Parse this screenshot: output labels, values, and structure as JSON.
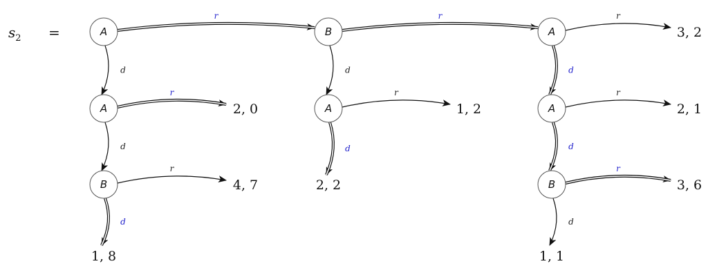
{
  "formula": {
    "lhs": "s",
    "subscript": "2",
    "equals": "="
  },
  "colors": {
    "highlight": "#2222cc",
    "stroke": "#111111"
  },
  "nodes": [
    {
      "id": "n1",
      "label": "A"
    },
    {
      "id": "n2",
      "label": "A"
    },
    {
      "id": "n3",
      "label": "B"
    },
    {
      "id": "n4",
      "label": "B"
    },
    {
      "id": "n5",
      "label": "A"
    },
    {
      "id": "n6",
      "label": "A"
    },
    {
      "id": "n7",
      "label": "A"
    },
    {
      "id": "n8",
      "label": "B"
    }
  ],
  "terminals": [
    {
      "id": "t1",
      "label": "3, 2"
    },
    {
      "id": "t2",
      "label": "2, 0"
    },
    {
      "id": "t3",
      "label": "1, 2"
    },
    {
      "id": "t4",
      "label": "2, 1"
    },
    {
      "id": "t5",
      "label": "4, 7"
    },
    {
      "id": "t6",
      "label": "2, 2"
    },
    {
      "id": "t7",
      "label": "3, 6"
    },
    {
      "id": "t8",
      "label": "1, 8"
    },
    {
      "id": "t9",
      "label": "1, 1"
    }
  ],
  "edges": [
    {
      "from": "n1",
      "to": "n4",
      "label": "r",
      "highlighted": true
    },
    {
      "from": "n4",
      "to": "n6",
      "label": "r",
      "highlighted": true
    },
    {
      "from": "n6",
      "to": "t1",
      "label": "r",
      "highlighted": false
    },
    {
      "from": "n1",
      "to": "n2",
      "label": "d",
      "highlighted": false
    },
    {
      "from": "n4",
      "to": "n5",
      "label": "d",
      "highlighted": false
    },
    {
      "from": "n6",
      "to": "n7",
      "label": "d",
      "highlighted": true
    },
    {
      "from": "n2",
      "to": "t2",
      "label": "r",
      "highlighted": true
    },
    {
      "from": "n5",
      "to": "t3",
      "label": "r",
      "highlighted": false
    },
    {
      "from": "n7",
      "to": "t4",
      "label": "r",
      "highlighted": false
    },
    {
      "from": "n2",
      "to": "n3",
      "label": "d",
      "highlighted": false
    },
    {
      "from": "n5",
      "to": "t6",
      "label": "d",
      "highlighted": true
    },
    {
      "from": "n7",
      "to": "n8",
      "label": "d",
      "highlighted": true
    },
    {
      "from": "n3",
      "to": "t5",
      "label": "r",
      "highlighted": false
    },
    {
      "from": "n8",
      "to": "t7",
      "label": "r",
      "highlighted": true
    },
    {
      "from": "n3",
      "to": "t8",
      "label": "d",
      "highlighted": true
    },
    {
      "from": "n8",
      "to": "t9",
      "label": "d",
      "highlighted": false
    }
  ]
}
